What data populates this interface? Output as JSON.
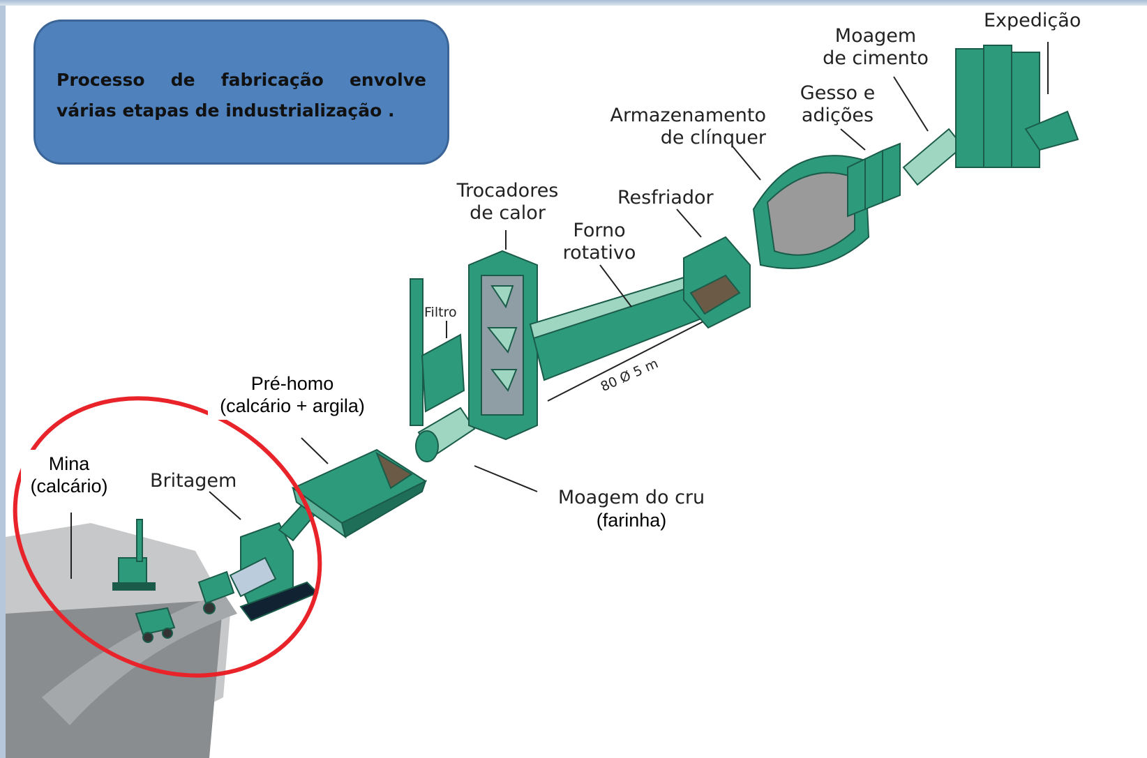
{
  "callout": {
    "text": "Processo de fabricação envolve várias etapas de industrialização ."
  },
  "labels": {
    "expedicao": "Expedição",
    "moagem_cimento": [
      "Moagem",
      "de cimento"
    ],
    "gesso": [
      "Gesso e",
      "adições"
    ],
    "armazenamento": [
      "Armazenamento",
      "de clínquer"
    ],
    "trocadores": [
      "Trocadores",
      "de calor"
    ],
    "resfriador": "Resfriador",
    "forno": [
      "Forno",
      "rotativo"
    ],
    "filtro": "Filtro",
    "dimensao": "80 Ø 5 m",
    "pre_homo": [
      "Pré-homo",
      "(calcário + argila)"
    ],
    "mina": [
      "Mina",
      "(calcário)"
    ],
    "britagem": "Britagem",
    "moagem_cru": [
      "Moagem do cru",
      "(farinha)"
    ]
  },
  "colors": {
    "equipment": "#2e9a7c",
    "highlight_ellipse": "#e8232a",
    "callout_fill": "#4f81bd"
  }
}
